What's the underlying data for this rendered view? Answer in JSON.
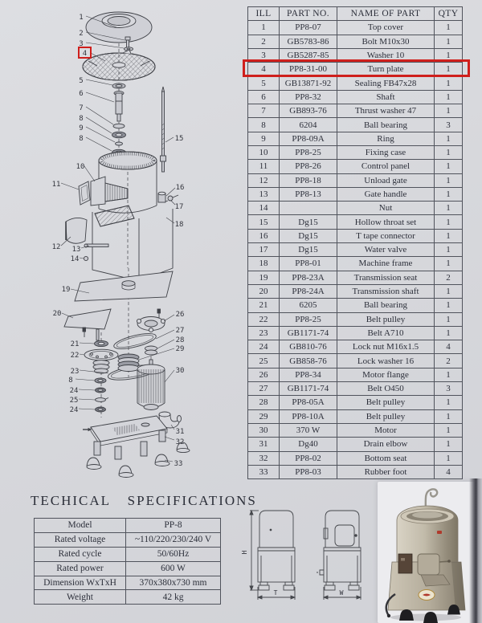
{
  "page": {
    "background_color": "#d7d8dc",
    "highlight_color": "#cf1f1c"
  },
  "parts_table": {
    "headers": [
      "ILL",
      "PART NO.",
      "NAME OF PART",
      "QTY"
    ],
    "rows": [
      [
        "1",
        "PP8-07",
        "Top cover",
        "1"
      ],
      [
        "2",
        "GB5783-86",
        "Bolt M10x30",
        "1"
      ],
      [
        "3",
        "GB5287-85",
        "Washer 10",
        "1"
      ],
      [
        "4",
        "PP8-31-00",
        "Turn plate",
        "1"
      ],
      [
        "5",
        "GB13871-92",
        "Sealing FB47x28",
        "1"
      ],
      [
        "6",
        "PP8-32",
        "Shaft",
        "1"
      ],
      [
        "7",
        "GB893-76",
        "Thrust washer 47",
        "1"
      ],
      [
        "8",
        "6204",
        "Ball bearing",
        "3"
      ],
      [
        "9",
        "PP8-09A",
        "Ring",
        "1"
      ],
      [
        "10",
        "PP8-25",
        "Fixing case",
        "1"
      ],
      [
        "11",
        "PP8-26",
        "Control panel",
        "1"
      ],
      [
        "12",
        "PP8-18",
        "Unload gate",
        "1"
      ],
      [
        "13",
        "PP8-13",
        "Gate handle",
        "1"
      ],
      [
        "14",
        "",
        "Nut",
        "1"
      ],
      [
        "15",
        "Dg15",
        "Hollow throat set",
        "1"
      ],
      [
        "16",
        "Dg15",
        "T tape connector",
        "1"
      ],
      [
        "17",
        "Dg15",
        "Water valve",
        "1"
      ],
      [
        "18",
        "PP8-01",
        "Machine frame",
        "1"
      ],
      [
        "19",
        "PP8-23A",
        "Transmission seat",
        "2"
      ],
      [
        "20",
        "PP8-24A",
        "Transmission shaft",
        "1"
      ],
      [
        "21",
        "6205",
        "Ball bearing",
        "1"
      ],
      [
        "22",
        "PP8-25",
        "Belt pulley",
        "1"
      ],
      [
        "23",
        "GB1171-74",
        "Belt A710",
        "1"
      ],
      [
        "24",
        "GB810-76",
        "Lock nut M16x1.5",
        "4"
      ],
      [
        "25",
        "GB858-76",
        "Lock washer 16",
        "2"
      ],
      [
        "26",
        "PP8-34",
        "Motor flange",
        "1"
      ],
      [
        "27",
        "GB1171-74",
        "Belt O450",
        "3"
      ],
      [
        "28",
        "PP8-05A",
        "Belt pulley",
        "1"
      ],
      [
        "29",
        "PP8-10A",
        "Belt pulley",
        "1"
      ],
      [
        "30",
        "370 W",
        "Motor",
        "1"
      ],
      [
        "31",
        "Dg40",
        "Drain elbow",
        "1"
      ],
      [
        "32",
        "PP8-02",
        "Bottom seat",
        "1"
      ],
      [
        "33",
        "PP8-03",
        "Rubber foot",
        "4"
      ]
    ],
    "highlighted_ill": "4"
  },
  "diagram": {
    "highlighted_label": "4",
    "labels": [
      "1",
      "2",
      "3",
      "4",
      "5",
      "6",
      "7",
      "8",
      "9",
      "8",
      "15",
      "10",
      "11",
      "16",
      "17",
      "18",
      "12",
      "13",
      "14",
      "19",
      "20",
      "26",
      "21",
      "27",
      "22",
      "28",
      "23",
      "29",
      "8",
      "30",
      "24",
      "25",
      "24",
      "31",
      "32",
      "33"
    ]
  },
  "specs": {
    "title": "TECHICAL SPECIFICATIONS",
    "rows": [
      [
        "Model",
        "PP-8"
      ],
      [
        "Rated voltage",
        "~110/220/230/240 V"
      ],
      [
        "Rated cycle",
        "50/60Hz"
      ],
      [
        "Rated power",
        "600 W"
      ],
      [
        "Dimension WxTxH",
        "370x380x730 mm"
      ],
      [
        "Weight",
        "42 kg"
      ]
    ]
  },
  "drawings": {
    "dim_height_label": "H",
    "dim_depth_label": "T",
    "dim_width_label": "W"
  }
}
